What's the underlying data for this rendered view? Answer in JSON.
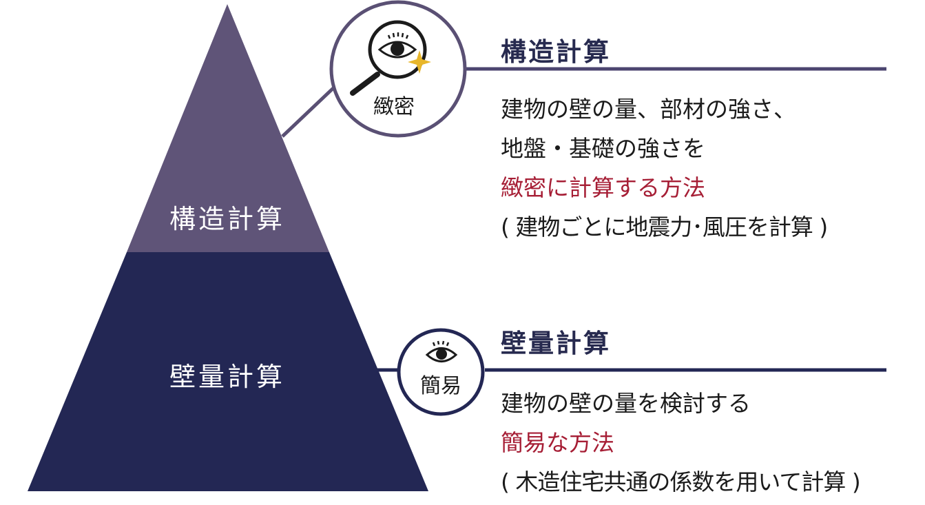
{
  "colors": {
    "pyramid_top": "#5f5478",
    "pyramid_bottom": "#232754",
    "title": "#272a4f",
    "highlight": "#a61e35",
    "sparkle": "#e8b62a",
    "line": "#4c4570"
  },
  "pyramid": {
    "top_label": "構造計算",
    "bottom_label": "壁量計算"
  },
  "badges": {
    "top": {
      "icon": "magnifier-eye-icon",
      "label": "緻密"
    },
    "bottom": {
      "icon": "eye-icon",
      "label": "簡易"
    }
  },
  "sections": {
    "structural": {
      "title": "構造計算",
      "line1": "建物の壁の量、部材の強さ、",
      "line2": "地盤・基礎の強さを",
      "highlight": "緻密に計算する方法",
      "note": "( 建物ごとに地震力･風圧を計算 )"
    },
    "wall": {
      "title": "壁量計算",
      "line1": "建物の壁の量を検討する",
      "highlight": "簡易な方法",
      "note": "( 木造住宅共通の係数を用いて計算 )"
    }
  }
}
